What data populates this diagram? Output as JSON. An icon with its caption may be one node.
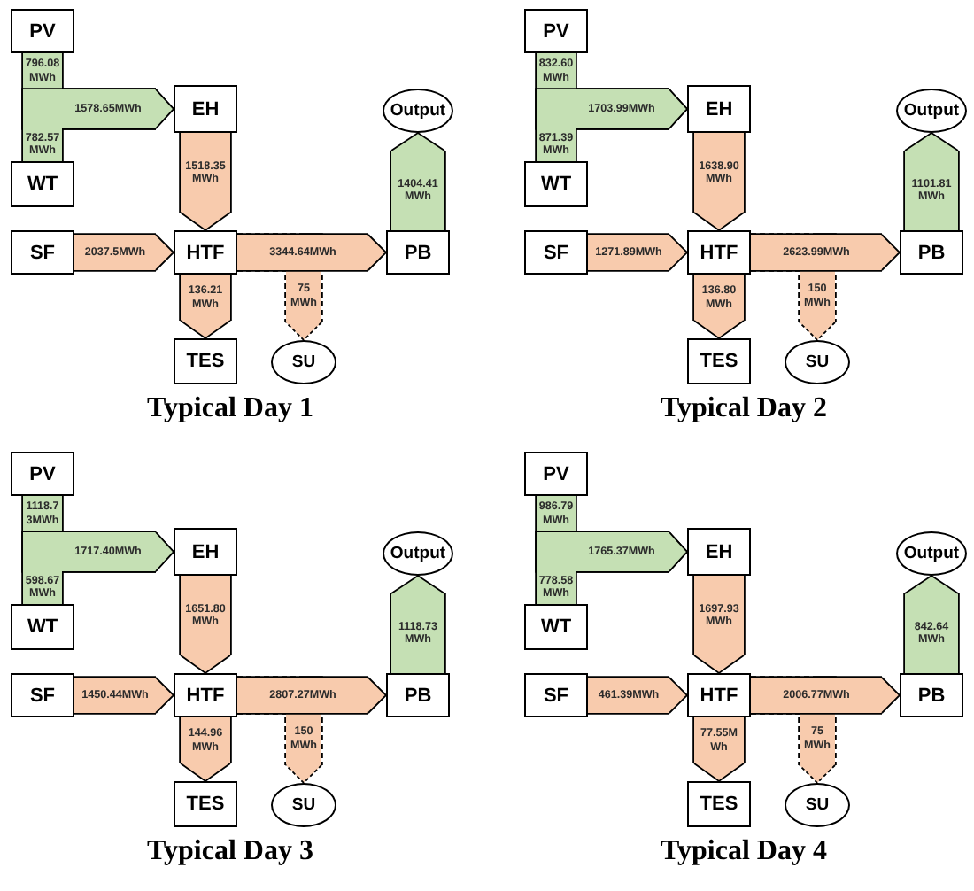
{
  "diagram": {
    "nodes": [
      {
        "text": [
          "PV"
        ]
      },
      {
        "text": [
          "EH"
        ]
      },
      {
        "text": [
          "Output"
        ]
      },
      {
        "text": [
          "WT"
        ]
      },
      {
        "text": [
          "SF"
        ]
      },
      {
        "text": [
          "HTF"
        ]
      },
      {
        "text": [
          "PB"
        ]
      },
      {
        "text": [
          "TES"
        ]
      },
      {
        "text": [
          "SU"
        ]
      },
      {
        "text": [
          "PV"
        ]
      },
      {
        "text": [
          "EH"
        ]
      },
      {
        "text": [
          "Output"
        ]
      },
      {
        "text": [
          "WT"
        ]
      },
      {
        "text": [
          "SF"
        ]
      },
      {
        "text": [
          "HTF"
        ]
      },
      {
        "text": [
          "PB"
        ]
      },
      {
        "text": [
          "TES"
        ]
      },
      {
        "text": [
          "SU"
        ]
      },
      {
        "text": [
          "PV"
        ]
      },
      {
        "text": [
          "EH"
        ]
      },
      {
        "text": [
          "Output"
        ]
      },
      {
        "text": [
          "WT"
        ]
      },
      {
        "text": [
          "SF"
        ]
      },
      {
        "text": [
          "HTF"
        ]
      },
      {
        "text": [
          "PB"
        ]
      },
      {
        "text": [
          "TES"
        ]
      },
      {
        "text": [
          "SU"
        ]
      },
      {
        "text": [
          "PV"
        ]
      },
      {
        "text": [
          "EH"
        ]
      },
      {
        "text": [
          "Output"
        ]
      },
      {
        "text": [
          "WT"
        ]
      },
      {
        "text": [
          "SF"
        ]
      },
      {
        "text": [
          "HTF"
        ]
      },
      {
        "text": [
          "PB"
        ]
      },
      {
        "text": [
          "TES"
        ]
      },
      {
        "text": [
          "SU"
        ]
      }
    ],
    "edges": [
      {
        "from": 0,
        "to": 1,
        "arrow": "to",
        "label": "796.08 MWh",
        "color": "#c5e0b4"
      },
      {
        "from": 3,
        "to": 1,
        "arrow": "to",
        "label": "782.57 MWh",
        "color": "#c5e0b4"
      },
      {
        "from": 1,
        "to": 5,
        "arrow": "to",
        "label": "1518.35 MWh"
      },
      {
        "from": 4,
        "to": 5,
        "arrow": "to",
        "label": "2037.5MWh"
      },
      {
        "from": 5,
        "to": 6,
        "arrow": "to",
        "label": "3344.64MWh"
      },
      {
        "from": 5,
        "to": 7,
        "arrow": "to",
        "label": "136.21 MWh"
      },
      {
        "from": 5,
        "to": 8,
        "arrow": "to",
        "label": "75 MWh",
        "style": "dashed"
      },
      {
        "from": 6,
        "to": 2,
        "arrow": "to",
        "label": "1404.41 MWh",
        "color": "#c5e0b4"
      },
      {
        "from": 9,
        "to": 10,
        "arrow": "to",
        "label": "832.60 MWh",
        "color": "#c5e0b4"
      },
      {
        "from": 12,
        "to": 10,
        "arrow": "to",
        "label": "871.39 MWh",
        "color": "#c5e0b4"
      },
      {
        "from": 10,
        "to": 14,
        "arrow": "to",
        "label": "1638.90 MWh"
      },
      {
        "from": 13,
        "to": 14,
        "arrow": "to",
        "label": "1271.89MWh"
      },
      {
        "from": 14,
        "to": 15,
        "arrow": "to",
        "label": "2623.99MWh"
      },
      {
        "from": 14,
        "to": 16,
        "arrow": "to",
        "label": "136.80 MWh"
      },
      {
        "from": 14,
        "to": 17,
        "arrow": "to",
        "label": "150 MWh",
        "style": "dashed"
      },
      {
        "from": 15,
        "to": 11,
        "arrow": "to",
        "label": "1101.81 MWh",
        "color": "#c5e0b4"
      },
      {
        "from": 18,
        "to": 19,
        "arrow": "to",
        "label": "1118.73MWh",
        "color": "#c5e0b4"
      },
      {
        "from": 21,
        "to": 19,
        "arrow": "to",
        "label": "598.67 MWh",
        "color": "#c5e0b4"
      },
      {
        "from": 19,
        "to": 23,
        "arrow": "to",
        "label": "1651.80 MWh"
      },
      {
        "from": 22,
        "to": 23,
        "arrow": "to",
        "label": "1450.44MWh"
      },
      {
        "from": 23,
        "to": 24,
        "arrow": "to",
        "label": "2807.27MWh"
      },
      {
        "from": 23,
        "to": 25,
        "arrow": "to",
        "label": "144.96 MWh"
      },
      {
        "from": 23,
        "to": 26,
        "arrow": "to",
        "label": "150 MWh",
        "style": "dashed"
      },
      {
        "from": 24,
        "to": 20,
        "arrow": "to",
        "label": "1118.73 MWh",
        "color": "#c5e0b4"
      },
      {
        "from": 27,
        "to": 28,
        "arrow": "to",
        "label": "986.79 MWh",
        "color": "#c5e0b4"
      },
      {
        "from": 30,
        "to": 28,
        "arrow": "to",
        "label": "778.58 MWh",
        "color": "#c5e0b4"
      },
      {
        "from": 28,
        "to": 32,
        "arrow": "to",
        "label": "1697.93 MWh"
      },
      {
        "from": 31,
        "to": 32,
        "arrow": "to",
        "label": "461.39MWh"
      },
      {
        "from": 32,
        "to": 33,
        "arrow": "to",
        "label": "2006.77MWh"
      },
      {
        "from": 32,
        "to": 34,
        "arrow": "to",
        "label": "77.55MWh"
      },
      {
        "from": 32,
        "to": 35,
        "arrow": "to",
        "label": "75 MWh",
        "style": "dashed"
      },
      {
        "from": 33,
        "to": 29,
        "arrow": "to",
        "label": "842.64 MWh",
        "color": "#c5e0b4"
      }
    ],
    "labels": [
      "1578.65MWh",
      "1703.99MWh",
      "Typical Day 1",
      "Typical Day 2",
      "1717.40MWh",
      "1765.37MWh",
      "Typical Day 3",
      "Typical Day 4"
    ]
  }
}
